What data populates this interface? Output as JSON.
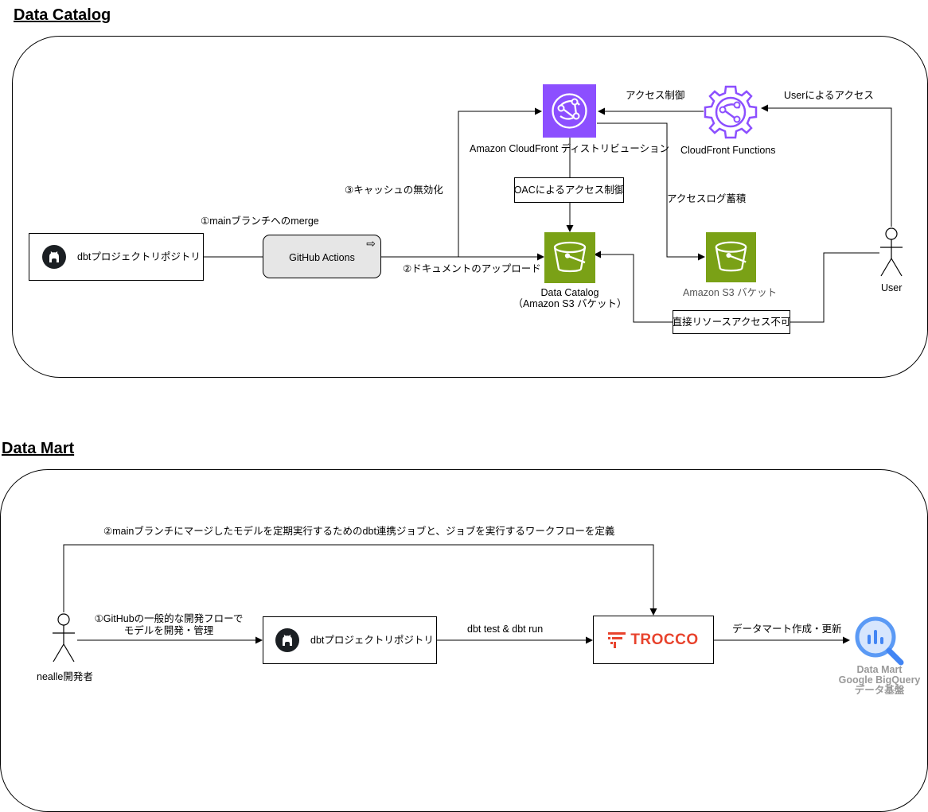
{
  "catalog": {
    "title": "Data Catalog",
    "repo_label": "dbtプロジェクトリポジトリ",
    "actions_label": "GitHub Actions",
    "merge_label": "①mainブランチへのmerge",
    "upload_label": "②ドキュメントのアップロード",
    "cache_label": "③キャッシュの無効化",
    "cloudfront_label": "Amazon CloudFront ディストリビューション",
    "functions_label": "CloudFront Functions",
    "access_control_label": "アクセス制御",
    "user_access_label": "Userによるアクセス",
    "oac_label": "OACによるアクセス制御",
    "log_label": "アクセスログ蓄積",
    "bucket_label_1": "Data Catalog",
    "bucket_label_2": "（Amazon S3 バケット）",
    "s3_log_label": "Amazon S3 バケット",
    "user_label": "User",
    "direct_denied_label": "直接リソースアクセス不可"
  },
  "mart": {
    "title": "Data Mart",
    "job_label": "②mainブランチにマージしたモデルを定期実行するためのdbt連携ジョブと、ジョブを実行するワークフローを定義",
    "dev_label": "nealle開発者",
    "flow_label_1": "①GitHubの一般的な開発フローで",
    "flow_label_2": "モデルを開発・管理",
    "repo_label": "dbtプロジェクトリポジトリ",
    "run_label": "dbt test & dbt run",
    "trocco_label": "TROCCO",
    "update_label": "データマート作成・更新",
    "bq_label_1": "Data Mart",
    "bq_label_2": "Google BigQuery",
    "bq_label_3": "データ基盤"
  },
  "colors": {
    "cloudfront": "#8c4fff",
    "s3": "#7aa116",
    "trocco": "#e8432d",
    "bigquery": "#4285f4",
    "actions_fill": "#e6e6e6"
  },
  "icons": {
    "repo": "github-icon",
    "cloudfront": "cloudfront-icon",
    "functions": "cloudfront-functions-icon",
    "s3": "s3-bucket-icon",
    "user": "stick-figure-icon",
    "trocco": "trocco-logo",
    "bigquery": "bigquery-icon"
  }
}
